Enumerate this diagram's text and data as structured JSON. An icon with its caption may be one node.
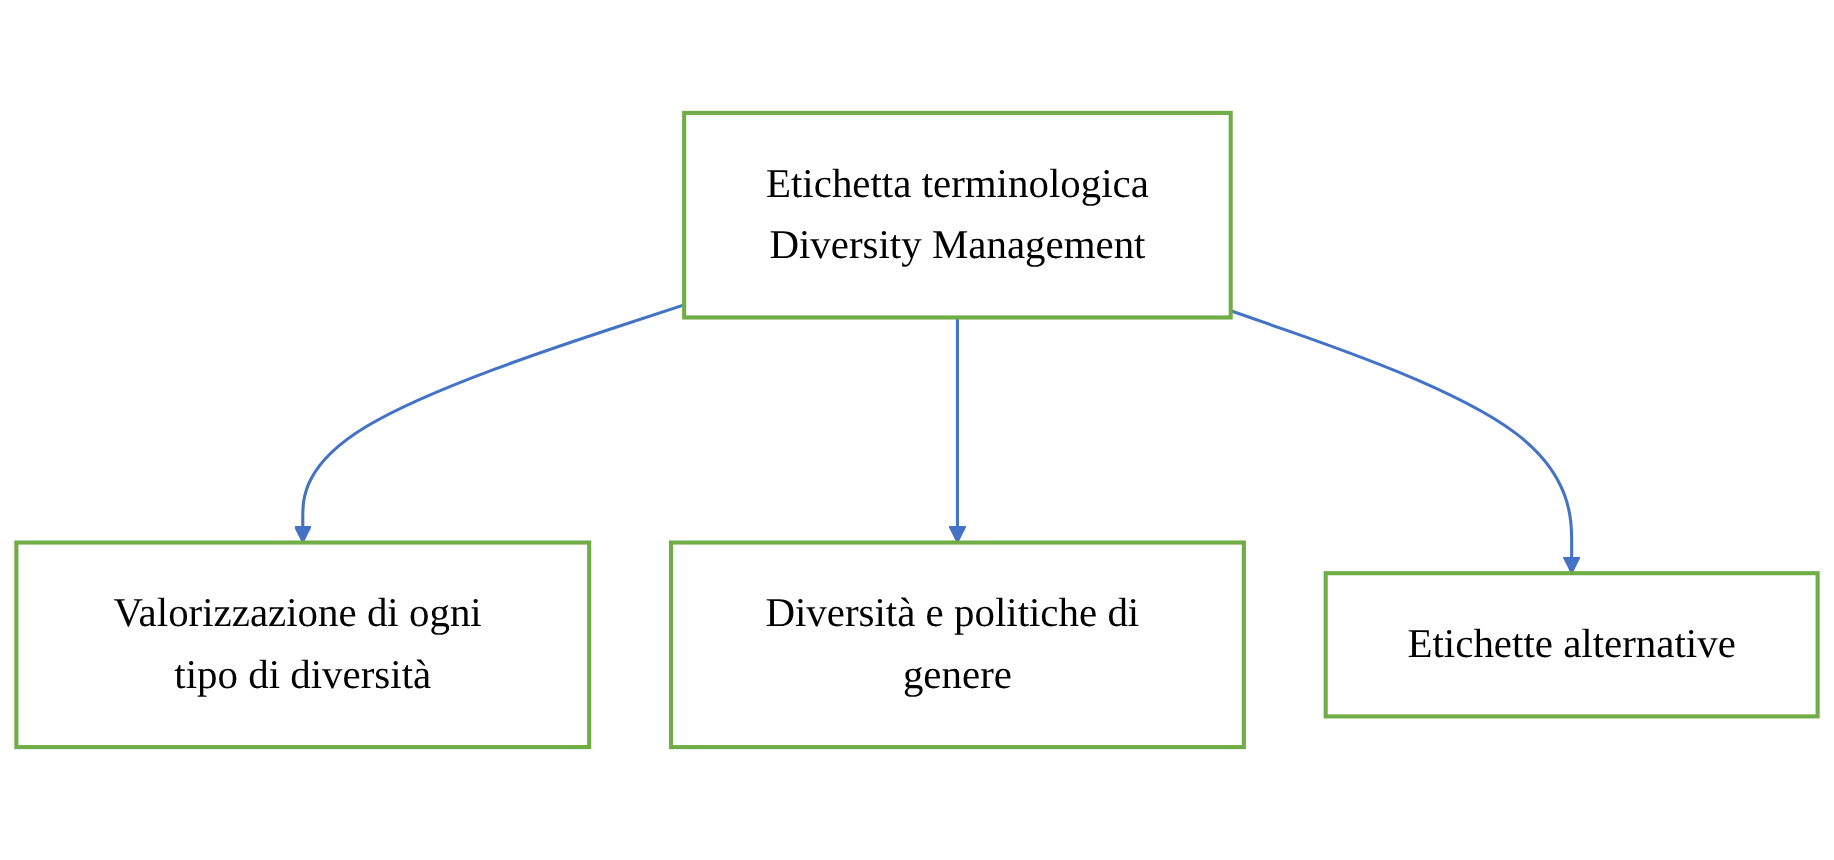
{
  "diagram": {
    "nodes": [
      {
        "text": [
          "Etichetta terminologica",
          "Diversity Management"
        ]
      },
      {
        "text": [
          "Valorizzazione di ogni tipo di diversità"
        ]
      },
      {
        "text": [
          "Diversità e politiche di genere"
        ]
      },
      {
        "text": [
          "Etichette alternative"
        ]
      }
    ],
    "edges": [
      {
        "from": 0,
        "to": 1,
        "arrow": "to"
      },
      {
        "from": 0,
        "to": 2,
        "arrow": "to"
      },
      {
        "from": 0,
        "to": 3,
        "arrow": "to"
      }
    ]
  }
}
